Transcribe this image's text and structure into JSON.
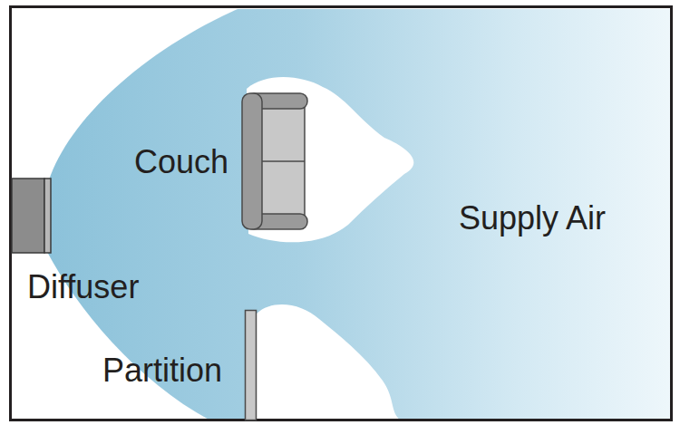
{
  "diagram": {
    "labels": [
      "Couch",
      "Supply Air",
      "Diffuser",
      "Partition"
    ]
  }
}
